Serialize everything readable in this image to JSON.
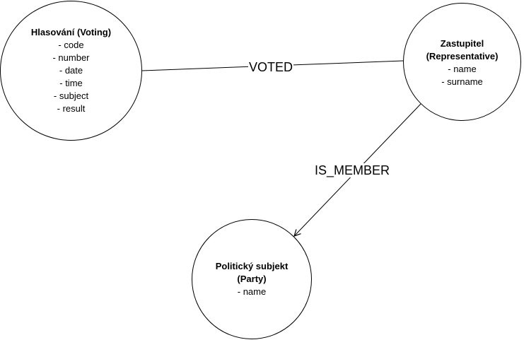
{
  "nodes": {
    "voting": {
      "title": "Hlasování (Voting)",
      "attributes": [
        "- code",
        "- number",
        "- date",
        "- time",
        "- subject",
        "- result"
      ]
    },
    "representative": {
      "title": "Zastupitel\n(Representative)",
      "attributes": [
        "- name",
        "- surname"
      ]
    },
    "party": {
      "title": "Politický subjekt\n(Party)",
      "attributes": [
        "- name"
      ]
    }
  },
  "edges": {
    "voted": {
      "label": "VOTED"
    },
    "is_member": {
      "label": "IS_MEMBER"
    }
  },
  "colors": {
    "stroke": "#000000",
    "background": "#ffffff"
  }
}
